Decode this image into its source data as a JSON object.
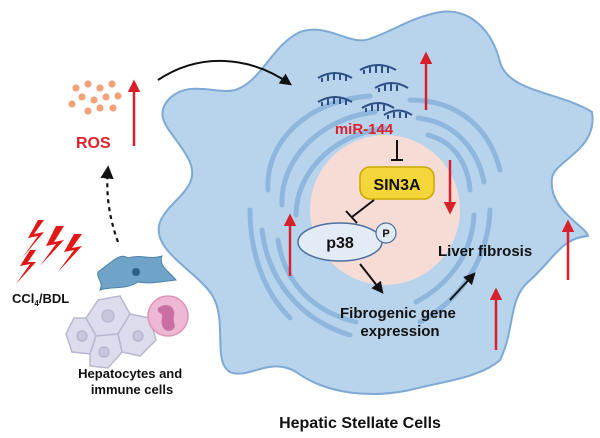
{
  "labels": {
    "ros": "ROS",
    "mir144": "miR-144",
    "sin3a": "SIN3A",
    "p38": "p38",
    "phospho": "P",
    "liver_fibrosis": "Liver fibrosis",
    "fibrogenic_line1": "Fibrogenic gene",
    "fibrogenic_line2": "expression",
    "ccl4_prefix": "CCl",
    "ccl4_sub": "4",
    "ccl4_suffix": "/BDL",
    "hepatocytes_line1": "Hepatocytes and",
    "hepatocytes_line2": "immune cells",
    "caption": "Hepatic Stellate Cells"
  },
  "colors": {
    "cell_fill": "#b8d4ec",
    "cell_stroke": "#7da9d4",
    "er_stroke": "#8fb6dc",
    "nucleus_fill": "#f7dcd6",
    "ros_dots": "#f3a27a",
    "red_label": "#e0202a",
    "up_arrow": "#d8202a",
    "sin3a_fill": "#f5d63a",
    "sin3a_stroke": "#c9a800",
    "p38_fill": "#e3ebf6",
    "p38_stroke": "#4a6fa0",
    "mirna_stroke": "#2d4f86",
    "hepatocyte_fill": "#dcdcec",
    "immune_fill": "#eeb8d4",
    "stellate_small_fill": "#6fa3c8",
    "lightning": "#e01818",
    "text_dark": "#111111"
  },
  "icons": [
    "ros-particles-icon",
    "lightning-icon",
    "hepatocyte-icon",
    "immune-cell-icon",
    "small-stellate-cell-icon",
    "mirna-icon",
    "up-arrow-icon",
    "down-arrow-icon",
    "inhibition-icon"
  ]
}
